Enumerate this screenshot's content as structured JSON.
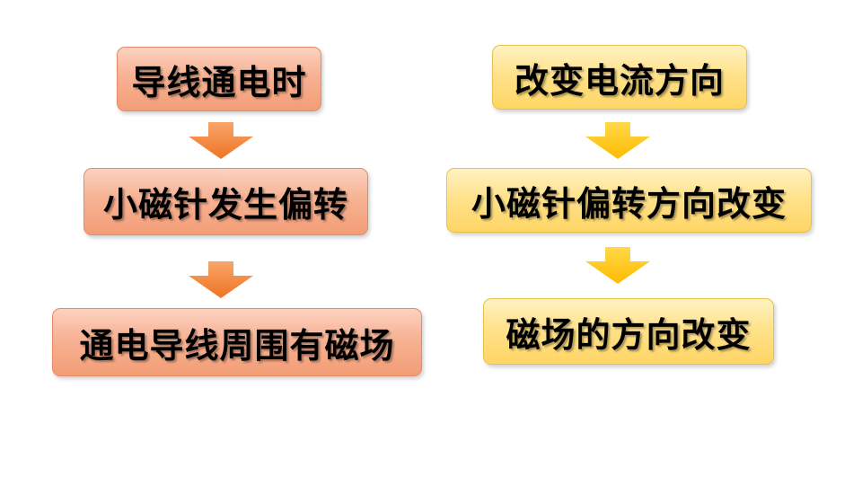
{
  "left_flow": {
    "step1": "导线通电时",
    "step2": "小磁针发生偏转",
    "step3": "通电导线周围有磁场"
  },
  "right_flow": {
    "step1": "改变电流方向",
    "step2": "小磁针偏转方向改变",
    "step3": "磁场的方向改变"
  },
  "colors": {
    "left_box": "#f7b293",
    "left_arrow": "#f07b2b",
    "right_box": "#ffe28c",
    "right_arrow": "#ffc000"
  }
}
